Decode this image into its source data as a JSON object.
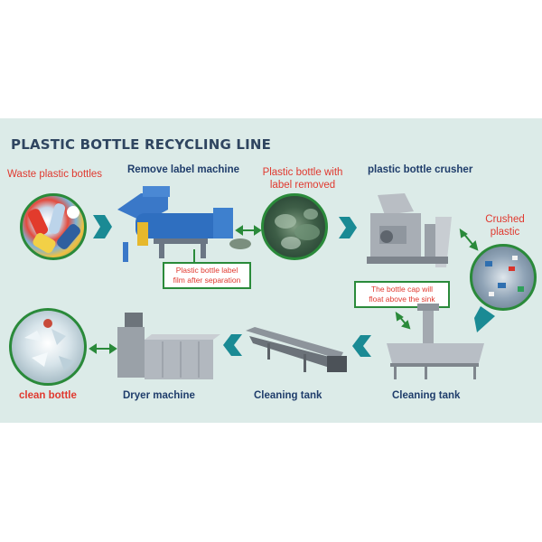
{
  "title": "PLASTIC BOTTLE RECYCLING LINE",
  "steps": {
    "waste": "Waste plastic bottles",
    "remove_label": "Remove label machine",
    "label_removed_1": "Plastic bottle with",
    "label_removed_2": "label removed",
    "crusher": "plastic bottle crusher",
    "crushed_1": "Crushed",
    "crushed_2": "plastic",
    "cleaning_tank_right": "Cleaning tank",
    "cleaning_tank_mid": "Cleaning tank",
    "dryer": "Dryer machine",
    "clean_bottle": "clean bottle"
  },
  "notes": {
    "label_film_1": "Plastic bottle label",
    "label_film_2": "film after separation",
    "cap_float_1": "The bottle cap will",
    "cap_float_2": "float above the sink"
  },
  "colors": {
    "panel_bg": "#dcebe8",
    "title": "#2f4560",
    "red_label": "#e0392f",
    "navy_label": "#1f3d6b",
    "arrow_teal": "#1a8a94",
    "note_border": "#2a8a3a"
  }
}
